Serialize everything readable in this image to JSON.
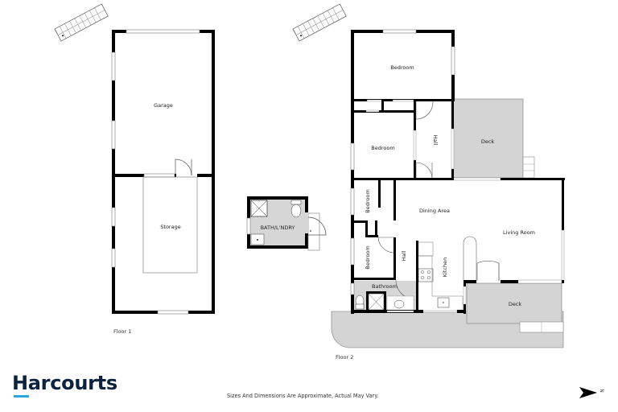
{
  "brand": {
    "name": "Harcourts",
    "text_color": "#0b2341",
    "accent_color": "#29a8e0"
  },
  "disclaimer": "Sizes And Dimensions Are Approximate, Actual May Vary.",
  "compass": {
    "icon": "north-arrow-icon",
    "label": "N"
  },
  "floors": [
    {
      "label": "Floor 1",
      "rooms": [
        {
          "name": "Garage"
        },
        {
          "name": "Storage"
        }
      ]
    },
    {
      "label": "Floor 2",
      "rooms": [
        {
          "name": "Bedroom"
        },
        {
          "name": "Bedroom"
        },
        {
          "name": "Hall"
        },
        {
          "name": "Deck"
        },
        {
          "name": "Bedroom"
        },
        {
          "name": "Dining Area"
        },
        {
          "name": "Living Room"
        },
        {
          "name": "Bedroom"
        },
        {
          "name": "Hall"
        },
        {
          "name": "Kitchen"
        },
        {
          "name": "Bathroom"
        },
        {
          "name": "Deck"
        }
      ]
    }
  ],
  "outbuilding": {
    "rooms": [
      {
        "name": "BATH/L'NDRY"
      }
    ]
  },
  "colors": {
    "wall": "#000000",
    "wet_area_fill": "#d6d6d6",
    "deck_fill": "#d4d4d4",
    "background": "#ffffff"
  }
}
